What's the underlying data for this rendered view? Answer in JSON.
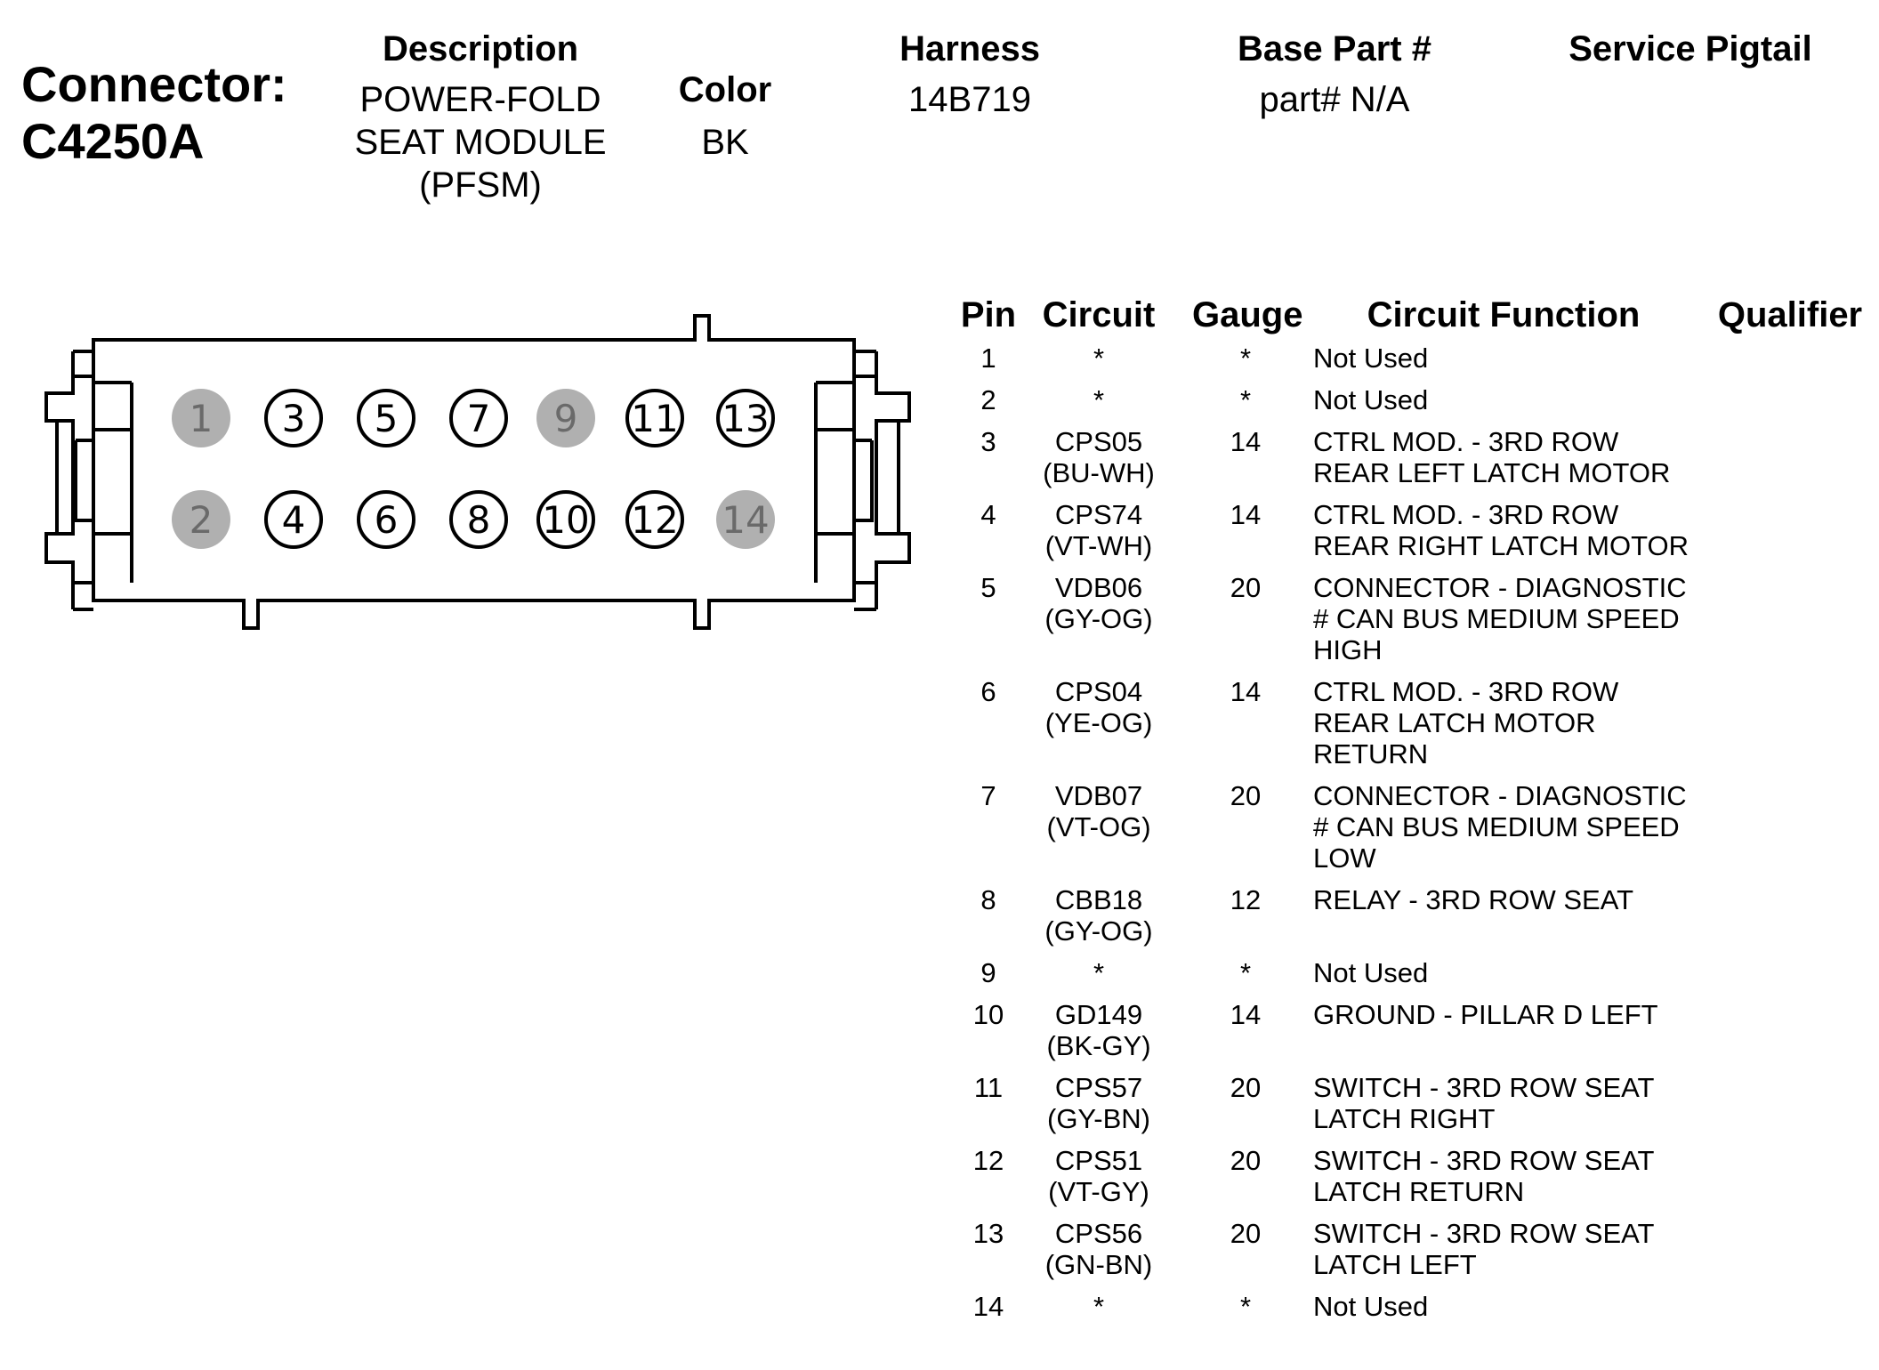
{
  "connector": {
    "label": "Connector:",
    "id": "C4250A"
  },
  "headers": {
    "description": "Description",
    "color": "Color",
    "harness": "Harness",
    "base_part": "Base Part #",
    "service_pigtail": "Service Pigtail"
  },
  "values": {
    "description_lines": [
      "POWER-FOLD",
      "SEAT MODULE",
      "(PFSM)"
    ],
    "color": "BK",
    "harness": "14B719",
    "base_part": "part# N/A",
    "service_pigtail": ""
  },
  "diagram": {
    "pins_top": [
      {
        "num": "1",
        "used": false
      },
      {
        "num": "3",
        "used": true
      },
      {
        "num": "5",
        "used": true
      },
      {
        "num": "7",
        "used": true
      },
      {
        "num": "9",
        "used": false
      },
      {
        "num": "11",
        "used": true
      },
      {
        "num": "13",
        "used": true
      }
    ],
    "pins_bottom": [
      {
        "num": "2",
        "used": false
      },
      {
        "num": "4",
        "used": true
      },
      {
        "num": "6",
        "used": true
      },
      {
        "num": "8",
        "used": true
      },
      {
        "num": "10",
        "used": true
      },
      {
        "num": "12",
        "used": true
      },
      {
        "num": "14",
        "used": false
      }
    ],
    "colors": {
      "unused_fill": "#b0b0b0",
      "unused_text": "#6a6a6a",
      "used_fill": "#ffffff",
      "stroke": "#000000"
    }
  },
  "table": {
    "columns": [
      "Pin",
      "Circuit",
      "Gauge",
      "Circuit Function",
      "Qualifier"
    ],
    "rows": [
      {
        "pin": "1",
        "circuit": "*",
        "wire": "",
        "gauge": "*",
        "function": [
          "Not Used"
        ],
        "qualifier": ""
      },
      {
        "pin": "2",
        "circuit": "*",
        "wire": "",
        "gauge": "*",
        "function": [
          "Not Used"
        ],
        "qualifier": ""
      },
      {
        "pin": "3",
        "circuit": "CPS05",
        "wire": "(BU-WH)",
        "gauge": "14",
        "function": [
          "CTRL MOD. - 3RD ROW",
          "REAR LEFT LATCH MOTOR"
        ],
        "qualifier": ""
      },
      {
        "pin": "4",
        "circuit": "CPS74",
        "wire": "(VT-WH)",
        "gauge": "14",
        "function": [
          "CTRL MOD. - 3RD ROW",
          "REAR RIGHT LATCH MOTOR"
        ],
        "qualifier": ""
      },
      {
        "pin": "5",
        "circuit": "VDB06",
        "wire": "(GY-OG)",
        "gauge": "20",
        "function": [
          "CONNECTOR - DIAGNOSTIC",
          "# CAN BUS MEDIUM SPEED",
          "HIGH"
        ],
        "qualifier": ""
      },
      {
        "pin": "6",
        "circuit": "CPS04",
        "wire": "(YE-OG)",
        "gauge": "14",
        "function": [
          "CTRL MOD. - 3RD ROW",
          "REAR LATCH MOTOR",
          "RETURN"
        ],
        "qualifier": ""
      },
      {
        "pin": "7",
        "circuit": "VDB07",
        "wire": "(VT-OG)",
        "gauge": "20",
        "function": [
          "CONNECTOR - DIAGNOSTIC",
          "# CAN BUS MEDIUM SPEED",
          "LOW"
        ],
        "qualifier": ""
      },
      {
        "pin": "8",
        "circuit": "CBB18",
        "wire": "(GY-OG)",
        "gauge": "12",
        "function": [
          "RELAY - 3RD ROW SEAT"
        ],
        "qualifier": ""
      },
      {
        "pin": "9",
        "circuit": "*",
        "wire": "",
        "gauge": "*",
        "function": [
          "Not Used"
        ],
        "qualifier": ""
      },
      {
        "pin": "10",
        "circuit": "GD149",
        "wire": "(BK-GY)",
        "gauge": "14",
        "function": [
          "GROUND - PILLAR D LEFT"
        ],
        "qualifier": ""
      },
      {
        "pin": "11",
        "circuit": "CPS57",
        "wire": "(GY-BN)",
        "gauge": "20",
        "function": [
          "SWITCH - 3RD ROW SEAT",
          "LATCH RIGHT"
        ],
        "qualifier": ""
      },
      {
        "pin": "12",
        "circuit": "CPS51",
        "wire": "(VT-GY)",
        "gauge": "20",
        "function": [
          "SWITCH - 3RD ROW SEAT",
          "LATCH RETURN"
        ],
        "qualifier": ""
      },
      {
        "pin": "13",
        "circuit": "CPS56",
        "wire": "(GN-BN)",
        "gauge": "20",
        "function": [
          "SWITCH - 3RD ROW SEAT",
          "LATCH LEFT"
        ],
        "qualifier": ""
      },
      {
        "pin": "14",
        "circuit": "*",
        "wire": "",
        "gauge": "*",
        "function": [
          "Not Used"
        ],
        "qualifier": ""
      }
    ]
  }
}
